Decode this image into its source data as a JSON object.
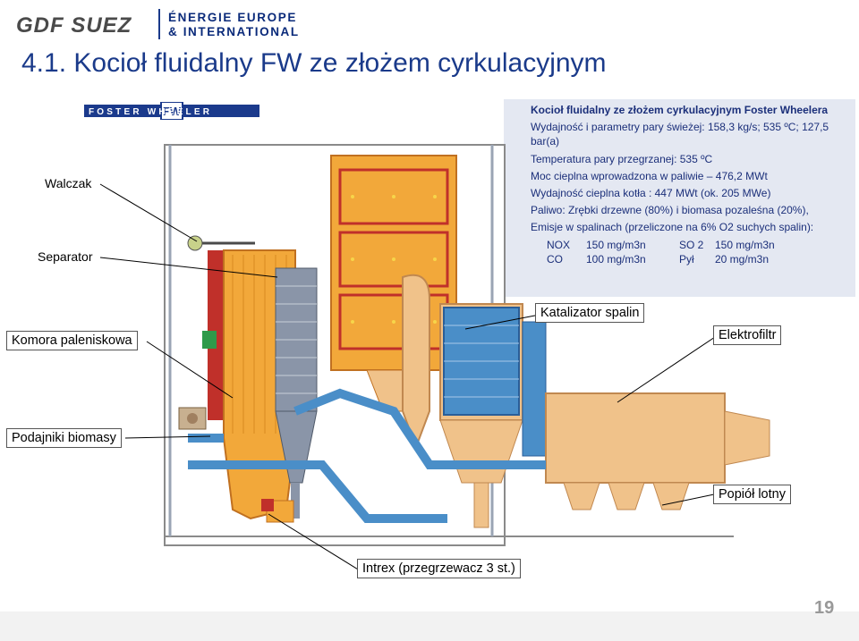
{
  "header": {
    "logo_text": "GDF SUEZ",
    "brand_line1": "ÉNERGIE EUROPE",
    "brand_line2": "& INTERNATIONAL",
    "title": "4.1. Kocioł fluidalny FW  ze złożem cyrkulacyjnym",
    "fw_logo_text": "FOSTER WHEELER"
  },
  "info": {
    "heading": "Kocioł fluidalny ze złożem cyrkulacyjnym Foster Wheelera",
    "line1": "Wydajność i parametry pary świeżej: 158,3 kg/s; 535 ºC; 127,5 bar(a)",
    "line2": "Temperatura pary przegrzanej: 535 ºC",
    "line3": "Moc cieplna wprowadzona  w paliwie – 476,2 MWt",
    "line4": "Wydajność cieplna kotła : 447 MWt (ok. 205 MWe)",
    "line5": "Paliwo: Zrębki drzewne (80%) i biomasa pozaleśna (20%),",
    "line6": "Emisje w spalinach (przeliczone na 6% O2 suchych spalin):",
    "emissions": [
      {
        "a": "NOX",
        "b": "150 mg/m3n",
        "c": "SO 2",
        "d": "150 mg/m3n"
      },
      {
        "a": "CO",
        "b": "100 mg/m3n",
        "c": "Pył",
        "d": "20 mg/m3n"
      }
    ]
  },
  "labels": {
    "walczak": "Walczak",
    "separator": "Separator",
    "komora": "Komora paleniskowa",
    "podajniki": "Podajniki biomasy",
    "katalizator": "Katalizator spalin",
    "elektrofiltr": "Elektrofiltr",
    "popiol": "Popiół lotny",
    "intrex": "Intrex (przegrzewacz 3 st.)"
  },
  "page_number": "19",
  "colors": {
    "brand_blue": "#1a3a8a",
    "furnace_orange": "#f2a83a",
    "duct_blue": "#4a8ec8",
    "duct_peach": "#f0c28a",
    "wall_red": "#c0302a",
    "steel_grey": "#8a95a8"
  }
}
